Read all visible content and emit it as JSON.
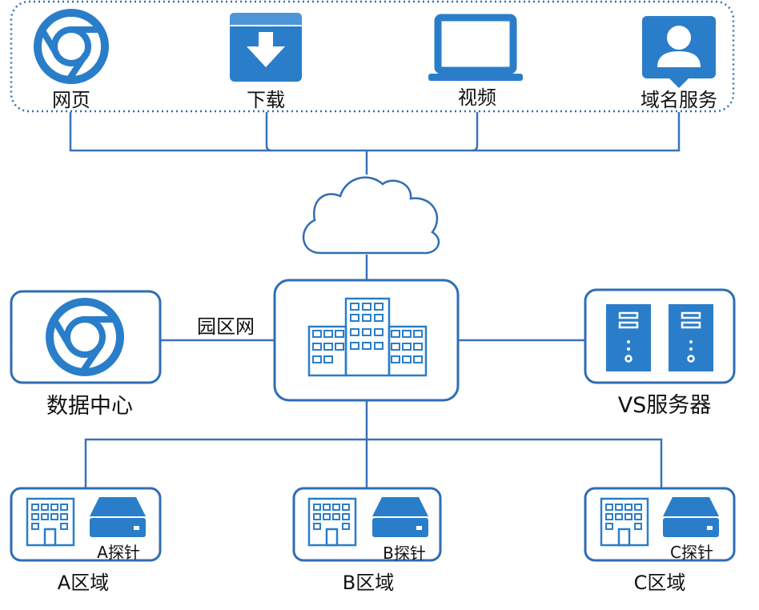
{
  "top_services": {
    "web": "网页",
    "download": "下载",
    "video": "视频",
    "dns": "域名服务"
  },
  "campus_network": "园区网",
  "datacenter": "数据中心",
  "vs_server": "VS服务器",
  "regions": [
    {
      "probe": "A探针",
      "name": "A区域"
    },
    {
      "probe": "B探针",
      "name": "B区域"
    },
    {
      "probe": "C探针",
      "name": "C区域"
    }
  ],
  "colors": {
    "accent": "#2a7ec9",
    "border": "#2f6db3",
    "line": "#3a72b8"
  }
}
